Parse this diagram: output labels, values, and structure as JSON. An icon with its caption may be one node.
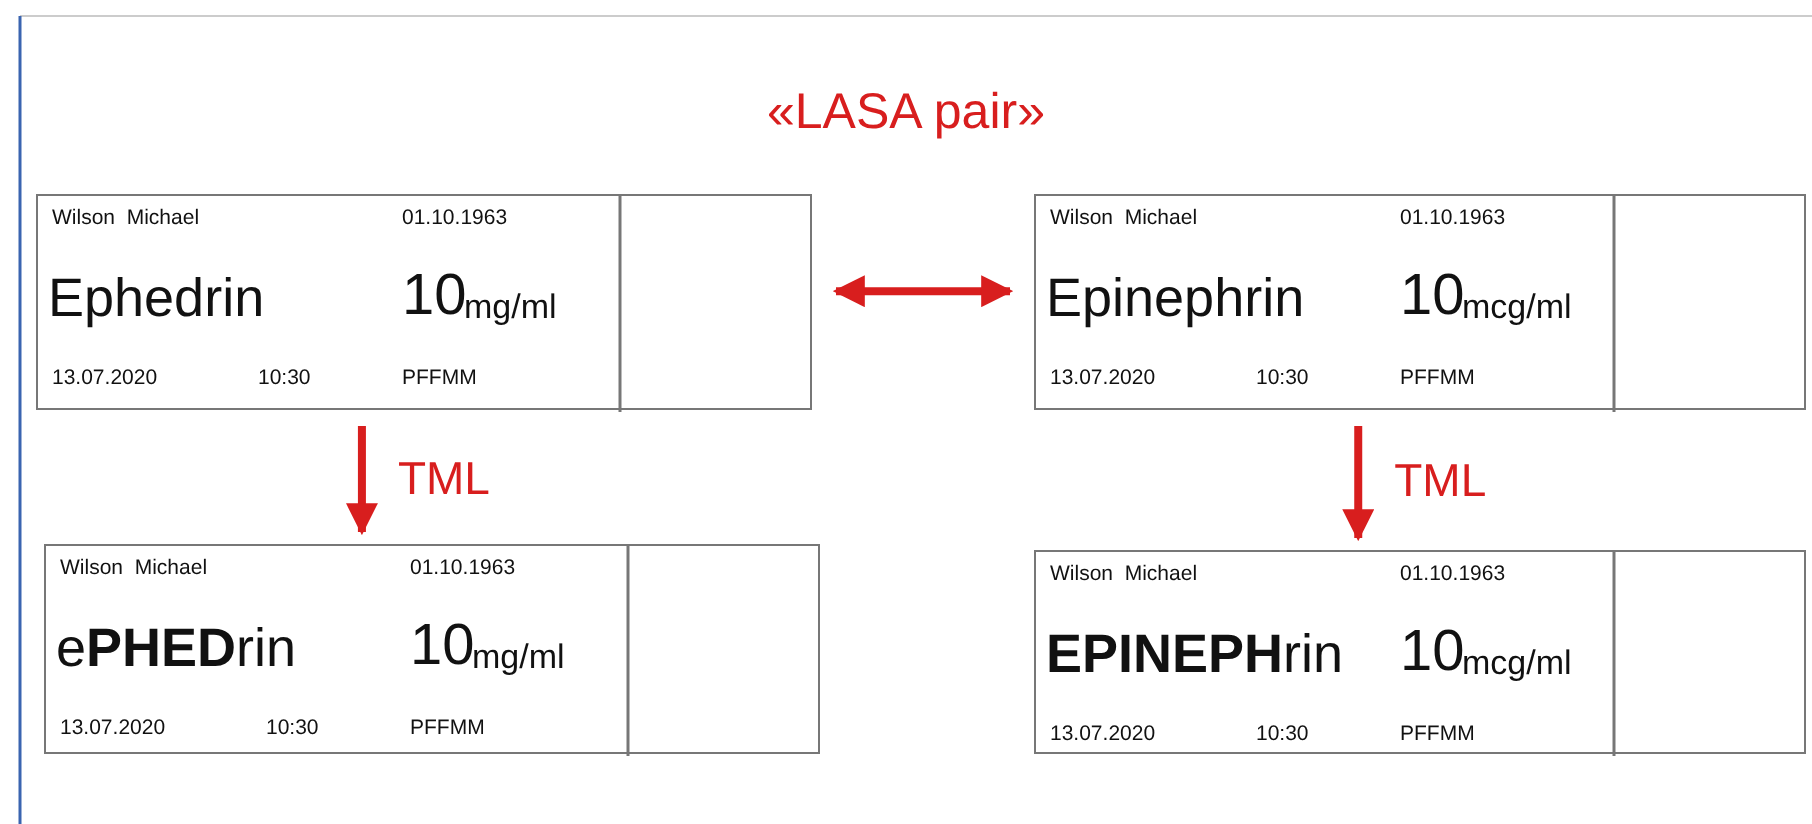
{
  "diagram": {
    "title": "«LASA pair»",
    "nodes": [
      {
        "text": [
          "Wilson  Michael",
          "01.10.1963",
          "Ephedrin",
          "10",
          "mg/ml",
          "13.07.2020",
          "10:30",
          "PFFMM"
        ]
      },
      {
        "text": [
          "Wilson  Michael",
          "01.10.1963",
          "Epinephrin",
          "10",
          "mcg/ml",
          "13.07.2020",
          "10:30",
          "PFFMM"
        ]
      },
      {
        "text": [
          "Wilson  Michael",
          "01.10.1963",
          "e**PHED**rin",
          "10",
          "mg/ml",
          "13.07.2020",
          "10:30",
          "PFFMM"
        ]
      },
      {
        "text": [
          "Wilson  Michael",
          "01.10.1963",
          "**EPINEPH**rin",
          "10",
          "mcg/ml",
          "13.07.2020",
          "10:30",
          "PFFMM"
        ]
      }
    ],
    "edges": [
      {
        "from": 0,
        "to": 1,
        "arrow": "both"
      },
      {
        "from": 0,
        "to": 2,
        "arrow": "to",
        "label": "TML"
      },
      {
        "from": 1,
        "to": 3,
        "arrow": "to",
        "label": "TML"
      }
    ]
  }
}
